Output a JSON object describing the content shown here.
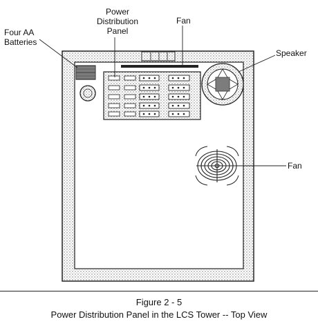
{
  "labels": {
    "batteries_line1": "Four AA",
    "batteries_line2": "Batteries",
    "panel_line1": "Power",
    "panel_line2": "Distribution",
    "panel_line3": "Panel",
    "fan_top": "Fan",
    "speaker": "Speaker",
    "fan_side": "Fan"
  },
  "caption": {
    "figure_number": "Figure 2 - 5",
    "figure_title": "Power Distribution Panel in the LCS Tower -- Top View"
  },
  "colors": {
    "line": "#222222",
    "stipple": "#8a8a8a",
    "background": "#ffffff"
  },
  "icons": [
    "speaker-grille-icon",
    "fan-grille-icon"
  ]
}
